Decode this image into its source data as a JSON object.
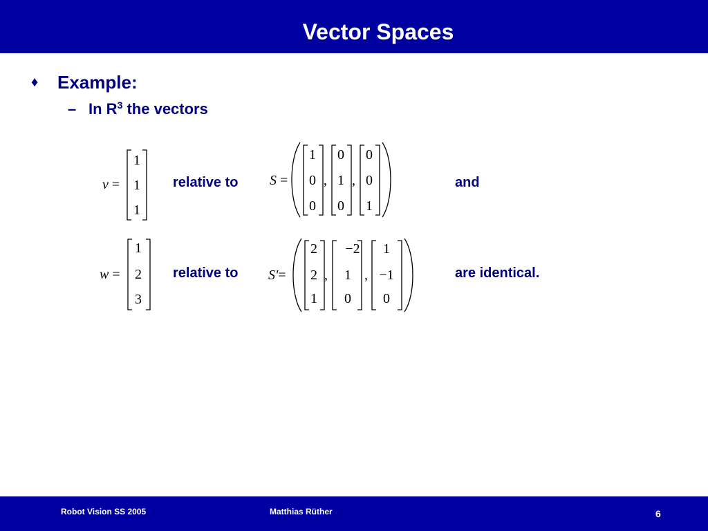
{
  "header": {
    "title": "Vector Spaces"
  },
  "content": {
    "bullet_mark": "♦",
    "bullet_text": "Example:",
    "sub_mark": "–",
    "sub_prefix": "In R",
    "sub_sup": "3",
    "sub_suffix": " the vectors",
    "relative_to_1": "relative to",
    "relative_to_2": "relative to",
    "and": "and",
    "are_identical": "are identical."
  },
  "math": {
    "v_label": "v",
    "w_label": "w",
    "S_label": "S",
    "S_prime_label": "S'",
    "equals": "=",
    "comma": ",",
    "v": [
      "1",
      "1",
      "1"
    ],
    "w": [
      "1",
      "2",
      "3"
    ],
    "S": [
      [
        "1",
        "0",
        "0"
      ],
      [
        "0",
        "1",
        "0"
      ],
      [
        "0",
        "0",
        "1"
      ]
    ],
    "S_prime": [
      [
        "2",
        "2",
        "1"
      ],
      [
        "−2",
        "1",
        "0"
      ],
      [
        "1",
        "−1",
        "0"
      ]
    ]
  },
  "footer": {
    "left": "Robot Vision SS 2005",
    "center": "Matthias Rüther",
    "page": "6"
  }
}
